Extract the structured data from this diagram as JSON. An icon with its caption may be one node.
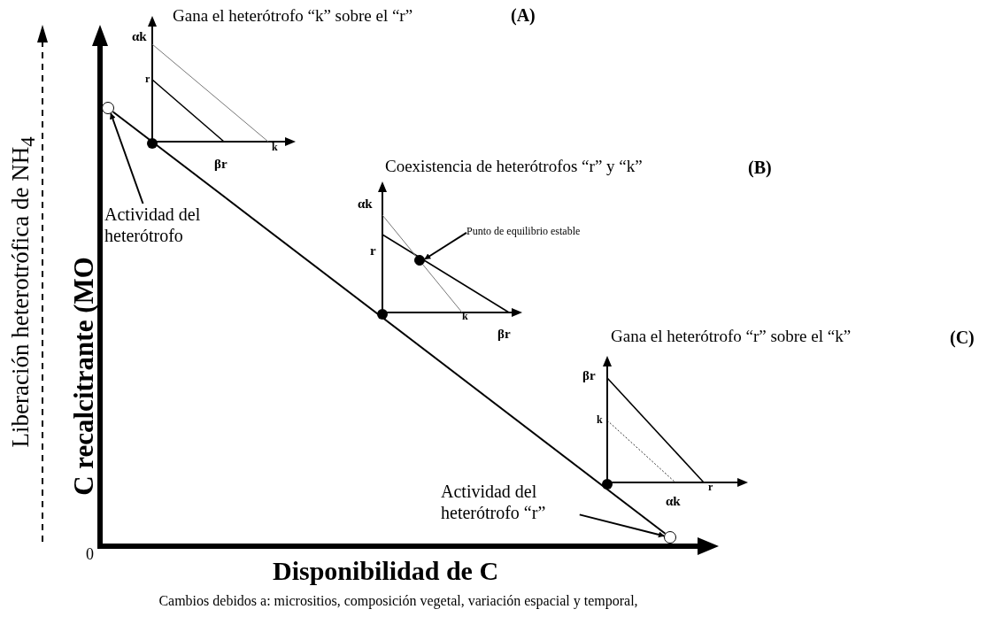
{
  "diagram": {
    "caption": "Cambios debidos a: micrositios, composición vegetal, variación espacial y temporal,",
    "nodes": [
      {
        "text": [
          "Actividad del heterótrofo"
        ]
      },
      {
        "text": [],
        "shape": "circle"
      },
      {
        "text": [
          "Punto de equilibrio estable"
        ]
      },
      {
        "text": [],
        "shape": "circle"
      },
      {
        "text": [
          "Actividad del heterótrofo “r”"
        ]
      },
      {
        "text": [],
        "shape": "circle"
      }
    ],
    "edges": [
      {
        "from": 0,
        "to": 1,
        "arrow": "to"
      },
      {
        "from": 2,
        "to": 3,
        "arrow": "to"
      },
      {
        "from": 4,
        "to": 5,
        "arrow": "to"
      },
      {
        "from": 1,
        "to": 5,
        "arrow": "none"
      }
    ],
    "labels": [
      "Liberación heterotrófica de NH$_{4}$",
      "C recalcitrante (MO",
      "Gana el heterótrofo “k” sobre el “r”",
      "(A)",
      "αk",
      "r",
      "k",
      "βr",
      "Coexistencia de heterótrofos “r” y “k”",
      "(B)",
      "αk",
      "r",
      "k",
      "βr",
      "Gana el heterótrofo “r” sobre el “k”",
      "(C)",
      "βr",
      "k",
      "r",
      "αk",
      "0",
      "Disponibilidad de C"
    ]
  }
}
